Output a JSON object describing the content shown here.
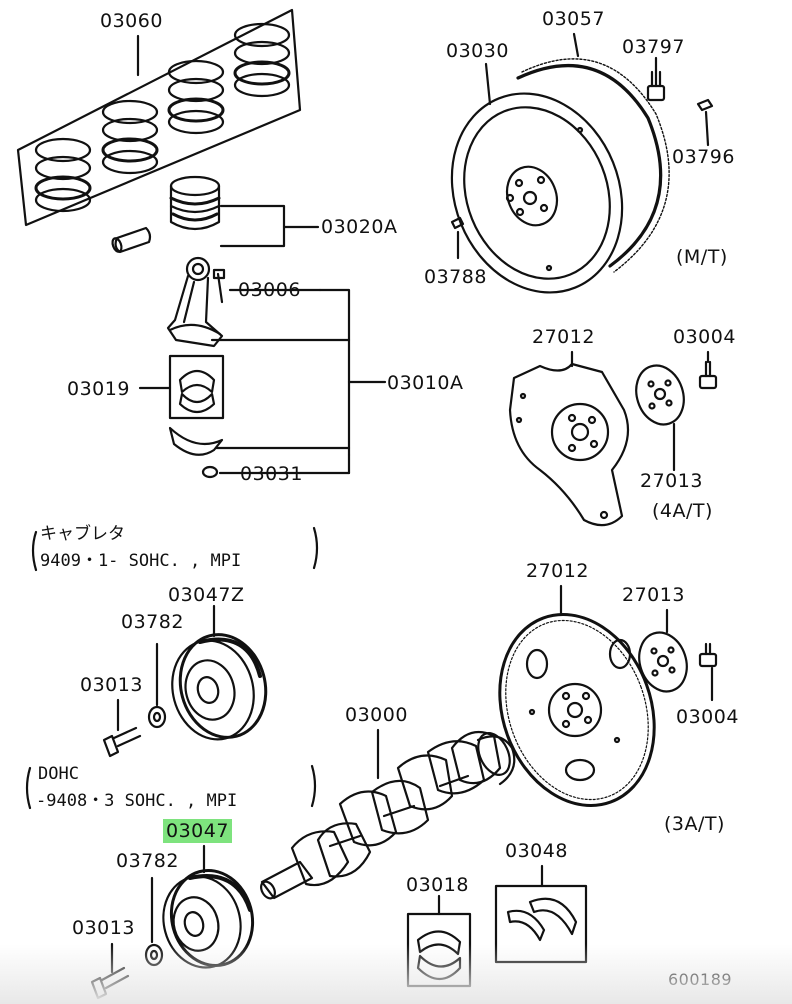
{
  "part_labels": {
    "rings_set": "03060",
    "piston": "03020A",
    "rod_bolt": "03006",
    "rod_bearing": "03019",
    "con_rod_assy": "03010A",
    "rod_nut": "03031",
    "flywheel": "03030",
    "ring_gear": "03057",
    "flywheel_bolt": "03797",
    "pin_upper": "03796",
    "pin_lower": "03788",
    "mt_note": "(M/T)",
    "adapter_plate_4at": "27012",
    "bolt_4at": "03004",
    "plate_4at": "27013",
    "at4_note": "(4A/T)",
    "drive_plate_3at": "27012",
    "plate_3at": "27013",
    "bolt_3at": "03004",
    "at3_note": "(3A/T)",
    "damper_upper": "03047Z",
    "washer_upper": "03782",
    "bolt_upper": "03013",
    "crankshaft": "03000",
    "damper_lower": "03047",
    "washer_lower": "03782",
    "bolt_lower": "03013",
    "main_bearing": "03018",
    "thrust_bearing": "03048",
    "diagram_code": "600189"
  },
  "applicability_notes": {
    "upper_line1": "キャブレタ",
    "upper_line2": "9409・1-  SOHC. , MPI",
    "lower_line1": "DOHC",
    "lower_line2": "-9408・3  SOHC. , MPI"
  },
  "colors": {
    "ink": "#111111",
    "highlight": "#7ee37e"
  }
}
